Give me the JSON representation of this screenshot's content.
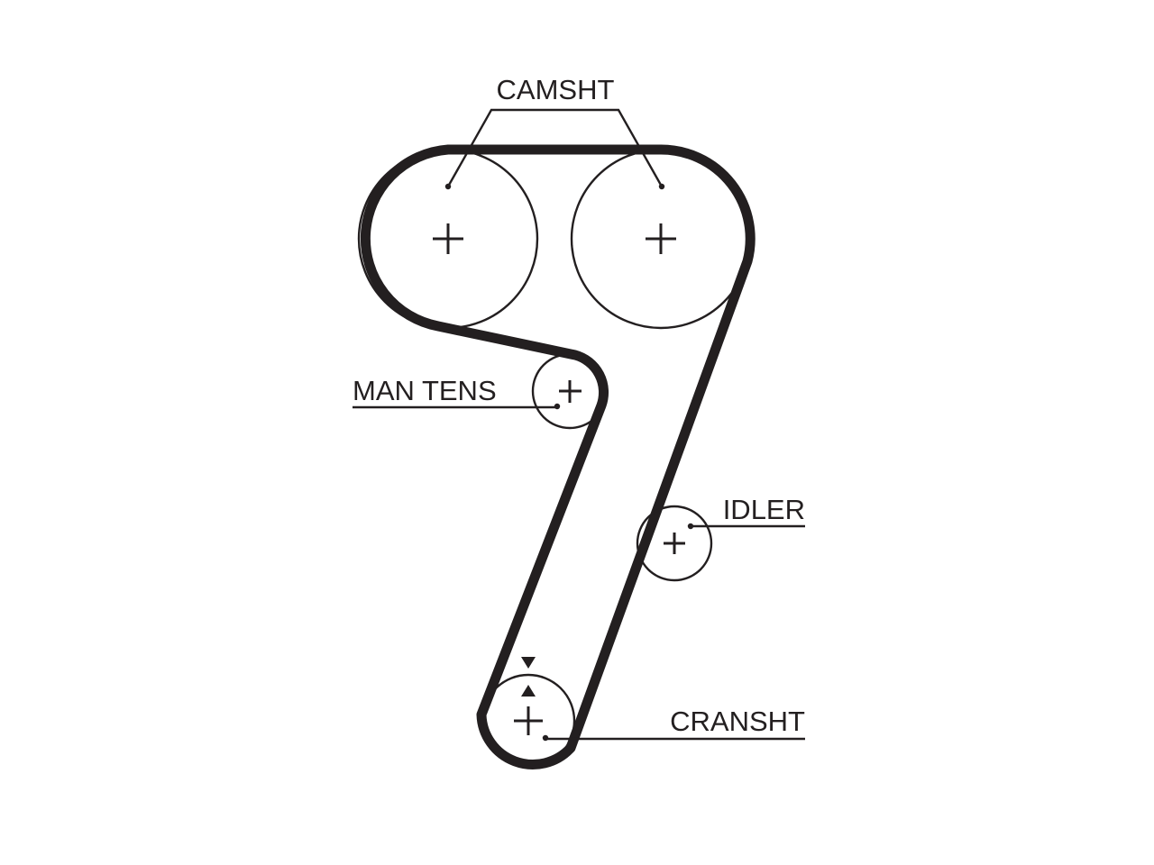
{
  "labels": {
    "camshaft": "CAMSHT",
    "manual_tensioner": "MAN TENS",
    "idler": "IDLER",
    "crankshaft": "CRANSHT"
  },
  "colors": {
    "line": "#231f20",
    "background": "#ffffff"
  }
}
